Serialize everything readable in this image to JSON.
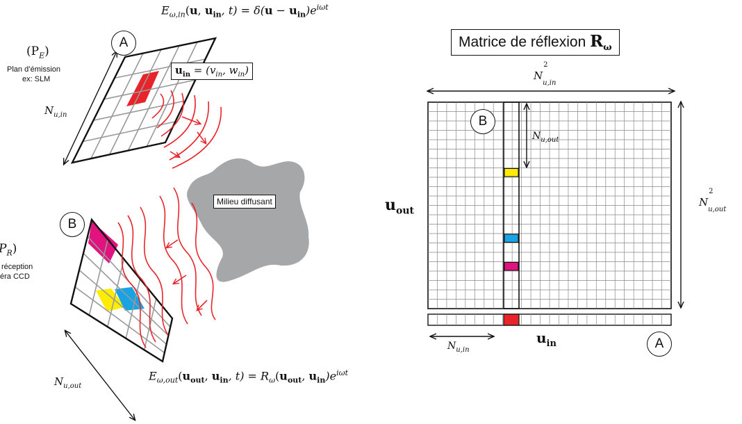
{
  "colors": {
    "red": "#e8242a",
    "yellow": "#ffec00",
    "cyan": "#1aa3e4",
    "magenta": "#e0137f",
    "grey": "#a6a7a9",
    "wave": "#e8242a"
  },
  "left": {
    "emission_equation": "Eω,in(u, uin, t) = δ(u − uin)e^iωt",
    "emission_eq_parts": {
      "E": "E",
      "sub": "ω,in",
      "args": "(",
      "u": "u",
      ",": ", ",
      "uin": "u",
      "uin_sub": "in",
      "t": ", t) = δ(",
      "u2": "u",
      "minus": " − ",
      "u3": "u",
      "u3_sub": "in",
      "close": ")e",
      "exp": "iωt"
    },
    "plane_e_symbol": "(P",
    "plane_e_sub": "E",
    "plane_e_close": ")",
    "plane_e_line1": "Plan d’émission",
    "plane_e_line2": "ex: SLM",
    "n_u_in_left": "N",
    "n_u_in_left_sub": "u,in",
    "label_a": "A",
    "uin_box_u": "u",
    "uin_box_sub": "in",
    "uin_box_rest": " = (v",
    "uin_box_v_sub": "in",
    "uin_box_comma": ", w",
    "uin_box_w_sub": "in",
    "uin_box_close": ")",
    "medium_label": "Milieu diffusant",
    "label_b": "B",
    "plane_r_symbol": "P",
    "plane_r_sub": "R",
    "plane_r_close": ")",
    "plane_r_line1": "réception",
    "plane_r_line2": "éra CCD",
    "n_u_out_left": "N",
    "n_u_out_left_sub": "u,out",
    "reception_eq": {
      "E": "E",
      "sub": "ω,out",
      "open": "(",
      "uout": "u",
      "uout_sub": "out",
      ",": ", ",
      "uin": "u",
      "uin_sub": "in",
      "t": ", t) = R",
      "r_sub": "ω",
      "open2": "(",
      "uout2": "u",
      "uout2_sub": "out",
      "comma2": ", ",
      "uin2": "u",
      "uin2_sub": "in",
      "close": ")e",
      "exp": "iωt"
    }
  },
  "right": {
    "title_text": "Matrice de réflexion ",
    "title_R": "R",
    "title_R_sub": "ω",
    "n_top": "N",
    "n_top_sup": "2",
    "n_top_sub": "u,in",
    "n_right": "N",
    "n_right_sup": "2",
    "n_right_sub": "u,out",
    "n_inner": "N",
    "n_inner_sub": "u,out",
    "uout_label": "u",
    "uout_sub": "out",
    "uin_label": "u",
    "uin_sub": "in",
    "n_bottom": "N",
    "n_bottom_sub": "u,in",
    "label_a": "A",
    "label_b": "B",
    "grid_cols": 26,
    "grid_rows": 22,
    "highlight_col": 9,
    "cells": [
      {
        "row": 7,
        "color": "yellow"
      },
      {
        "row": 14,
        "color": "cyan"
      },
      {
        "row": 17,
        "color": "magenta"
      }
    ],
    "bar_highlight_col": 9
  }
}
